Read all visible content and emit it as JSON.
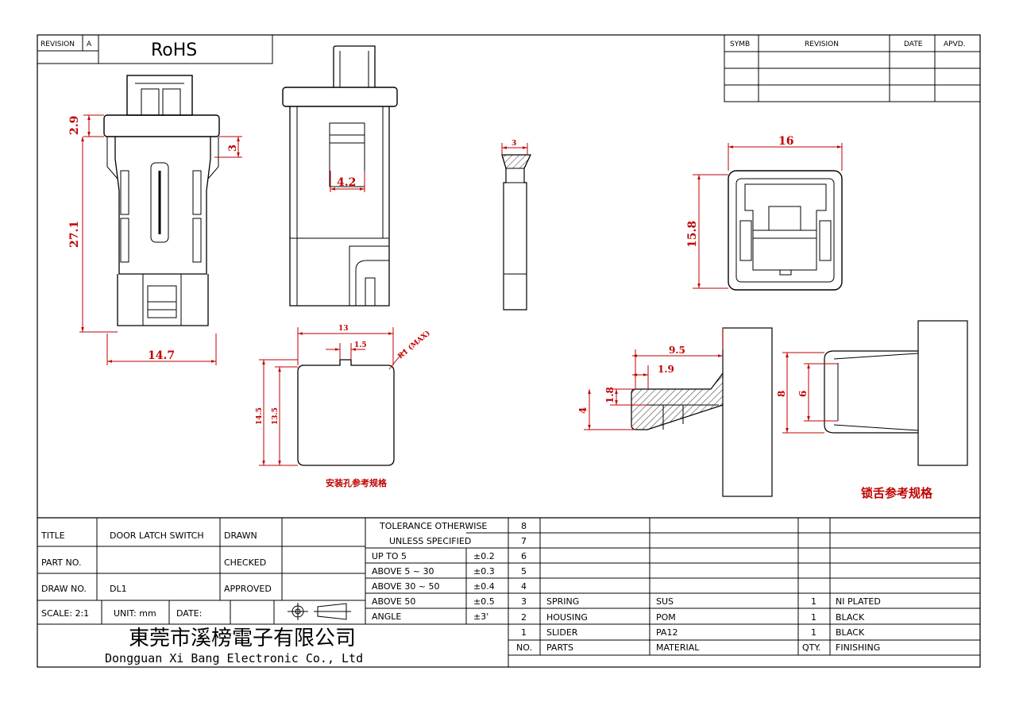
{
  "header": {
    "revision_label": "REVISION",
    "revision_value": "A",
    "rohs": "RoHS"
  },
  "revision_table": {
    "columns": [
      "SYMB",
      "REVISION",
      "DATE",
      "APVD."
    ]
  },
  "dimensions": {
    "side_top": "2.9",
    "side_height": "27.1",
    "side_width": "14.7",
    "side_step": "3",
    "front_slot": "4.2",
    "section_top": "3",
    "plan_width": "16",
    "plan_height": "15.8",
    "hole_width": "13",
    "hole_notch": "1.5",
    "hole_radius": "R1 (MAX)",
    "hole_height_outer": "14.5",
    "hole_height_inner": "13.5",
    "tongue_len": "9.5",
    "tongue_tip": "1.9",
    "tongue_thk": "1.8",
    "tongue_base": "4",
    "latch_outer": "8",
    "latch_inner": "6"
  },
  "captions": {
    "mount_hole": "安装孔参考规格",
    "latch_tongue": "锁舌参考规格"
  },
  "title_block": {
    "title_label": "TITLE",
    "title_value": "DOOR LATCH SWITCH",
    "part_label": "PART NO.",
    "part_value": "",
    "draw_label": "DRAW NO.",
    "draw_value": "DL1",
    "drawn_label": "DRAWN",
    "checked_label": "CHECKED",
    "approved_label": "APPROVED",
    "scale_label": "SCALE: 2:1",
    "unit_label": "UNIT: mm",
    "date_label": "DATE:",
    "company_cn": "東莞市溪榜電子有限公司",
    "company_en": "Dongguan Xi Bang Electronic Co., Ltd"
  },
  "tolerance": {
    "header_1": "TOLERANCE OTHERWISE",
    "header_2": "UNLESS SPECIFIED",
    "rows": [
      {
        "range": "UP TO 5",
        "tol": "±0.2"
      },
      {
        "range": "ABOVE 5 ~ 30",
        "tol": "±0.3"
      },
      {
        "range": "ABOVE 30 ~ 50",
        "tol": "±0.4"
      },
      {
        "range": "ABOVE 50",
        "tol": "±0.5"
      },
      {
        "range": "ANGLE",
        "tol": "±3'"
      }
    ]
  },
  "bom": {
    "rows": [
      {
        "no": "8",
        "part": "",
        "material": "",
        "qty": "",
        "finish": ""
      },
      {
        "no": "7",
        "part": "",
        "material": "",
        "qty": "",
        "finish": ""
      },
      {
        "no": "6",
        "part": "",
        "material": "",
        "qty": "",
        "finish": ""
      },
      {
        "no": "5",
        "part": "",
        "material": "",
        "qty": "",
        "finish": ""
      },
      {
        "no": "4",
        "part": "",
        "material": "",
        "qty": "",
        "finish": ""
      },
      {
        "no": "3",
        "part": "SPRING",
        "material": "SUS",
        "qty": "1",
        "finish": "NI PLATED"
      },
      {
        "no": "2",
        "part": "HOUSING",
        "material": "POM",
        "qty": "1",
        "finish": "BLACK"
      },
      {
        "no": "1",
        "part": "SLIDER",
        "material": "PA12",
        "qty": "1",
        "finish": "BLACK"
      }
    ],
    "header": {
      "no": "NO.",
      "part": "PARTS",
      "material": "MATERIAL",
      "qty": "QTY.",
      "finish": "FINISHING"
    }
  }
}
